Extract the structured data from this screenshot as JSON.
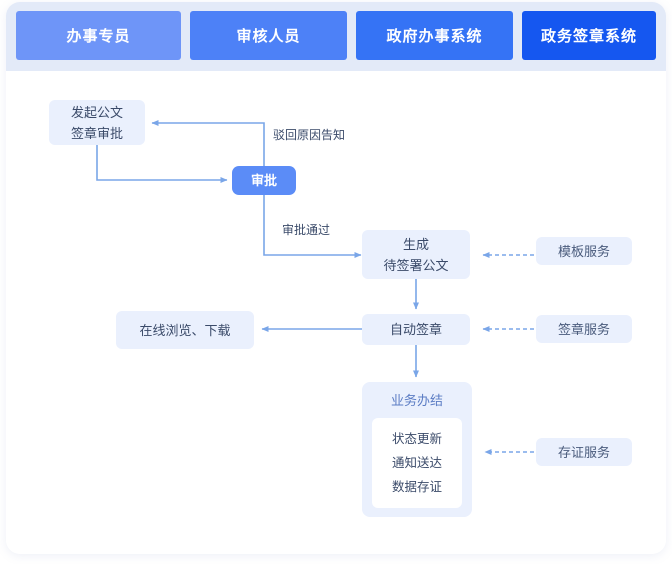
{
  "header": {
    "tabs": [
      {
        "label": "办事专员",
        "color": "#6e95f8"
      },
      {
        "label": "审核人员",
        "color": "#4d81f7"
      },
      {
        "label": "政府办事系统",
        "color": "#3573f5"
      },
      {
        "label": "政务签章系统",
        "color": "#1557f0"
      }
    ]
  },
  "diagram": {
    "type": "flowchart",
    "nodes": {
      "initiate": {
        "line1": "发起公文",
        "line2": "签章审批"
      },
      "approve": {
        "label": "审批"
      },
      "generate": {
        "line1": "生成",
        "line2": "待签署公文"
      },
      "autosign": {
        "label": "自动签章"
      },
      "browse": {
        "label": "在线浏览、下载"
      },
      "complete": {
        "title": "业务办结",
        "items": [
          "状态更新",
          "通知送达",
          "数据存证"
        ]
      },
      "svc_template": {
        "label": "模板服务"
      },
      "svc_sign": {
        "label": "签章服务"
      },
      "svc_evidence": {
        "label": "存证服务"
      }
    },
    "edge_labels": {
      "reject": "驳回原因告知",
      "pass": "审批通过"
    },
    "colors": {
      "line": "#7aa6e8",
      "dashed": "#7aa6e8",
      "node_bg": "#eaf0fd",
      "accent": "#5b8cf7",
      "header_band": "#e3eaf8"
    }
  }
}
